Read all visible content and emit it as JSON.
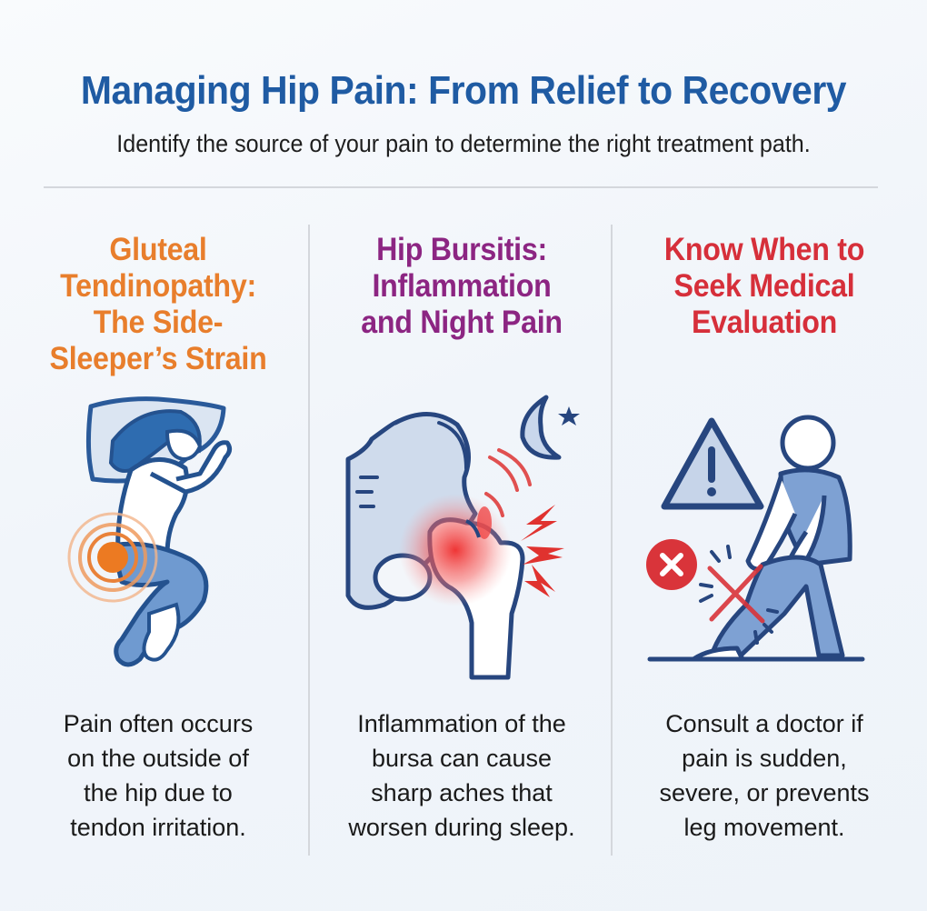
{
  "header": {
    "title": "Managing Hip Pain: From Relief to Recovery",
    "subtitle": "Identify the source of your pain to determine the right treatment path."
  },
  "colors": {
    "title": "#1f5ba3",
    "illustration_outline": "#23477f",
    "illustration_fill": "#7fa3d3",
    "col1_accent": "#e87e2c",
    "col2_accent": "#8c2582",
    "col3_accent": "#d62f3a",
    "divider": "#d4d7dc"
  },
  "columns": [
    {
      "title_lines": [
        "Gluteal",
        "Tendinopathy:",
        "The Side-",
        "Sleeper’s Strain"
      ],
      "icon": "side-sleeper-hip-pain-icon",
      "body_lines": [
        "Pain often occurs",
        "on the outside of",
        "the hip due to",
        "tendon irritation."
      ]
    },
    {
      "title_lines": [
        "Hip Bursitis:",
        "Inflammation",
        "and Night Pain"
      ],
      "icon": "hip-joint-inflammation-night-icon",
      "body_lines": [
        "Inflammation of the",
        "bursa can cause",
        "sharp aches that",
        "worsen during sleep."
      ]
    },
    {
      "title_lines": [
        "Know When to",
        "Seek Medical",
        "Evaluation"
      ],
      "icon": "warning-knee-pain-icon",
      "body_lines": [
        "Consult a doctor if",
        "pain is sudden,",
        "severe, or prevents",
        "leg movement."
      ]
    }
  ]
}
